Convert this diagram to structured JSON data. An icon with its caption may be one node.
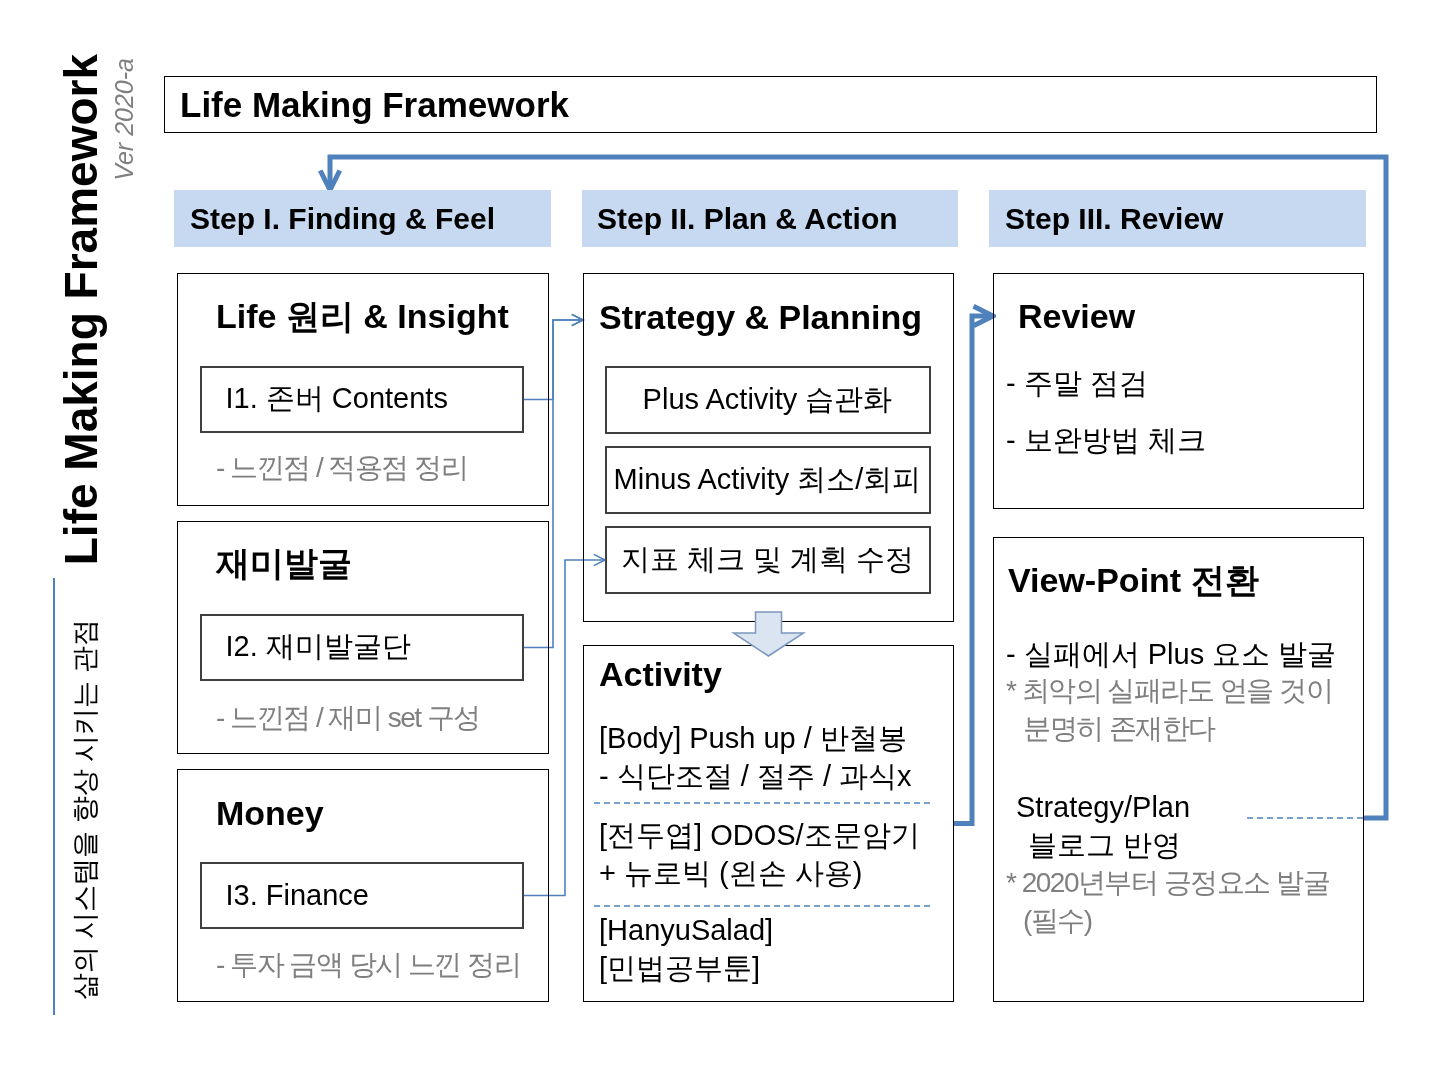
{
  "diagram": {
    "title": "Life Making Framework",
    "nodes": [
      {
        "text": [
          "Life Making Framework"
        ]
      },
      {
        "text": [
          "Step I. Finding & Feel"
        ]
      },
      {
        "text": [
          "Step II. Plan & Action"
        ]
      },
      {
        "text": [
          "Step III. Review"
        ]
      },
      {
        "text": [
          "Life 원리 & Insight",
          "- 느낀점 / 적용점 정리"
        ]
      },
      {
        "text": [
          "I1. 존버 Contents"
        ],
        "in": 4
      },
      {
        "text": [
          "재미발굴",
          "- 느낀점 / 재미 set 구성"
        ]
      },
      {
        "text": [
          "I2. 재미발굴단"
        ],
        "in": 6
      },
      {
        "text": [
          "Money",
          "- 투자 금액 당시 느낀 정리"
        ]
      },
      {
        "text": [
          "I3. Finance"
        ],
        "in": 8
      },
      {
        "text": [
          "Strategy & Planning"
        ]
      },
      {
        "text": [
          "Plus Activity 습관화"
        ],
        "in": 10
      },
      {
        "text": [
          "Minus Activity 최소/회피"
        ],
        "in": 10
      },
      {
        "text": [
          "지표 체크 및 계획 수정"
        ],
        "in": 10
      },
      {
        "text": [
          "Activity",
          "[Body] Push up / 반철봉 - 식단조절 / 절주 / 과식x",
          "[전두엽] ODOS/조문암기 + 뉴로빅 (왼손 사용)",
          "[HanyuSalad] [민법공부툰]"
        ]
      },
      {
        "text": [
          "Review",
          "- 주말 점검",
          "- 보완방법 체크"
        ]
      },
      {
        "text": [
          "View-Point 전환",
          "- 실패에서 Plus 요소 발굴",
          "* 최악의 실패라도 얻을 것이 분명히 존재한다",
          "Strategy/Plan 블로그 반영",
          "* 2020년부터 긍정요소 발굴 (필수)"
        ]
      }
    ],
    "edges": [
      {
        "from": 5,
        "to": 10,
        "arrow": "to"
      },
      {
        "from": 7,
        "to": 10,
        "arrow": "to"
      },
      {
        "from": 9,
        "to": 13,
        "arrow": "to"
      },
      {
        "from": 10,
        "to": 14,
        "arrow": "to"
      },
      {
        "from": 14,
        "to": 15,
        "arrow": "to",
        "style": "thick"
      },
      {
        "from": 16,
        "to": 1,
        "arrow": "to",
        "style": "thick"
      }
    ],
    "labels": [
      "Ver 2020-a",
      "삶의 시스템을 향상 시키는 관점"
    ]
  }
}
